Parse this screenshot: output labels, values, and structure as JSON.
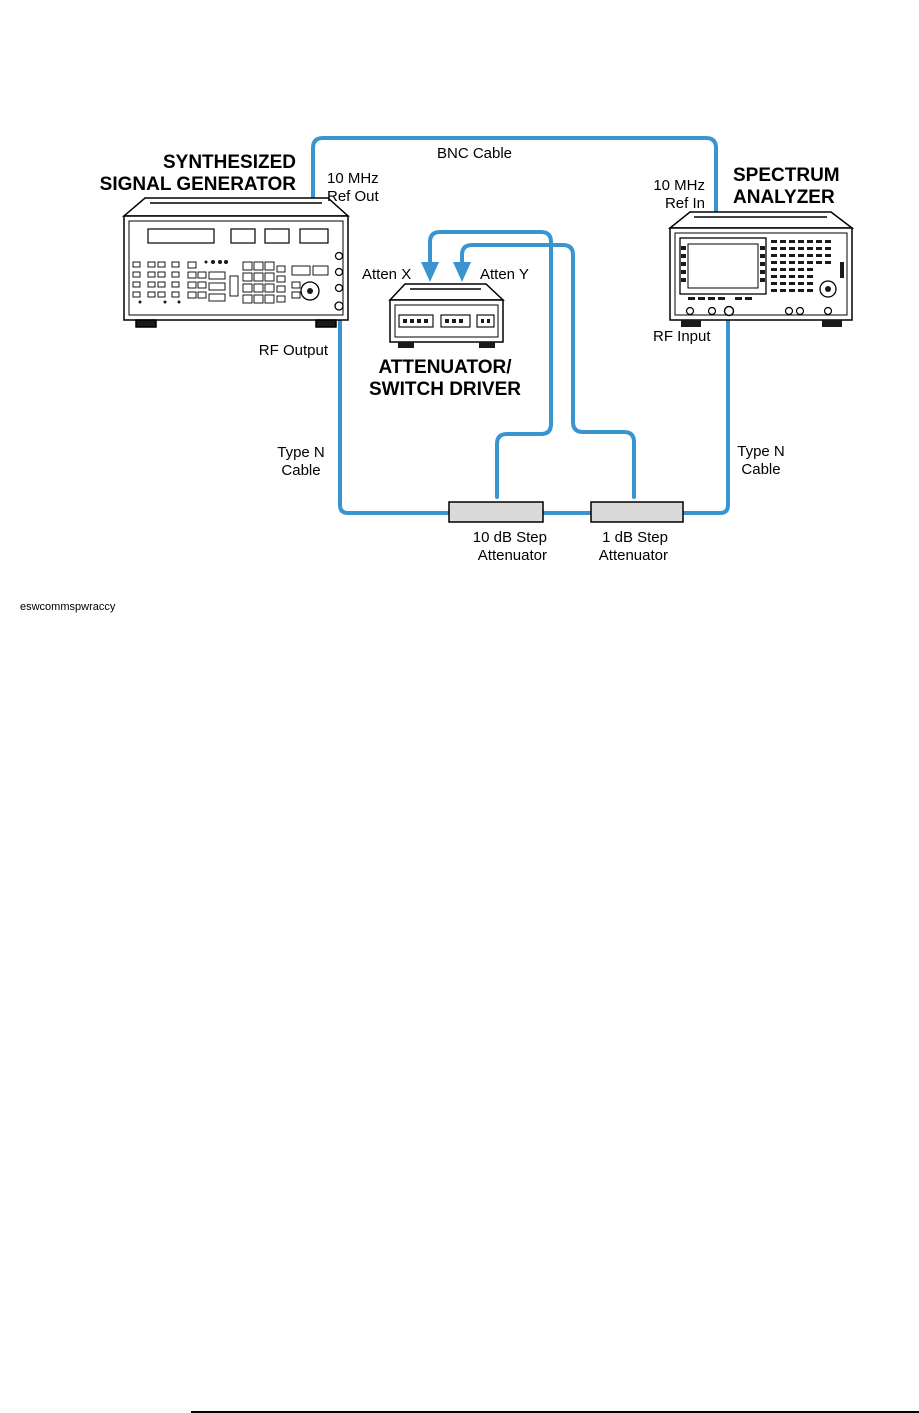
{
  "instruments": {
    "signal_generator": {
      "title_line1": "SYNTHESIZED",
      "title_line2": "SIGNAL GENERATOR"
    },
    "spectrum_analyzer": {
      "title_line1": "SPECTRUM",
      "title_line2": "ANALYZER"
    },
    "attenuator_driver": {
      "title_line1": "ATTENUATOR/",
      "title_line2": "SWITCH DRIVER"
    },
    "step_10db": {
      "label_line1": "10 dB Step",
      "label_line2": "Attenuator"
    },
    "step_1db": {
      "label_line1": "1 dB Step",
      "label_line2": "Attenuator"
    }
  },
  "connectors": {
    "ref_out_line1": "10 MHz",
    "ref_out_line2": "Ref Out",
    "ref_in_line1": "10 MHz",
    "ref_in_line2": "Ref In",
    "rf_output": "RF Output",
    "rf_input": "RF Input",
    "atten_x": "Atten X",
    "atten_y": "Atten Y"
  },
  "cables": {
    "bnc": "BNC Cable",
    "type_n_left_line1": "Type N",
    "type_n_left_line2": "Cable",
    "type_n_right_line1": "Type N",
    "type_n_right_line2": "Cable"
  },
  "figure_id": "eswcommspwraccy",
  "colors": {
    "cable": "#3a94d0",
    "outline": "#000000",
    "device_face": "#ffffff",
    "device_dark": "#1a1a1a"
  }
}
